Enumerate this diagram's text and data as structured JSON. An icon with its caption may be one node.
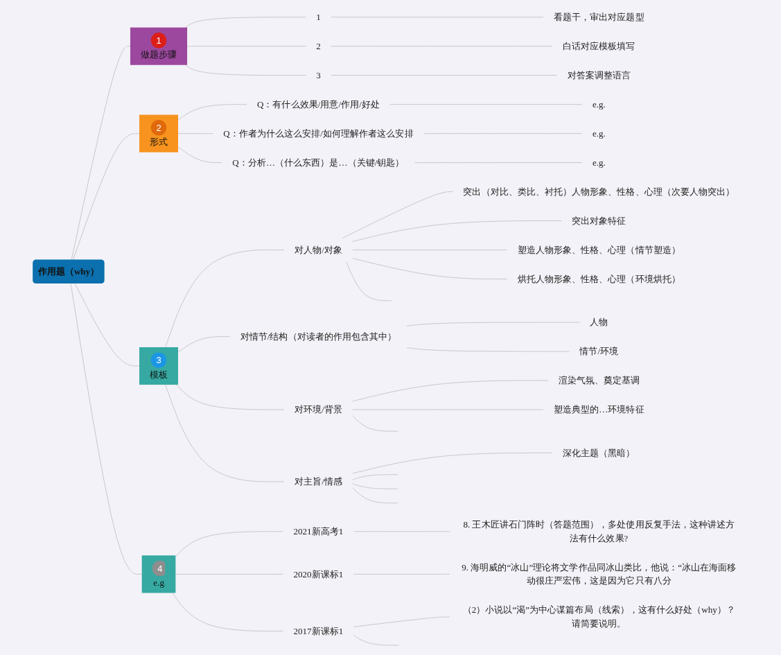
{
  "diagram": {
    "nodes": [
      {
        "text": [
          "作用题（why）"
        ]
      },
      {
        "text": [
          "1",
          "做题步骤"
        ]
      },
      {
        "text": [
          "1"
        ]
      },
      {
        "text": [
          "看题干，审出对应题型"
        ]
      },
      {
        "text": [
          "2"
        ]
      },
      {
        "text": [
          "白话对应模板填写"
        ]
      },
      {
        "text": [
          "3"
        ]
      },
      {
        "text": [
          "对答案调整语言"
        ]
      },
      {
        "text": [
          "2",
          "形式"
        ]
      },
      {
        "text": [
          "Q：有什么效果/用意/作用/好处"
        ]
      },
      {
        "text": [
          "e.g."
        ]
      },
      {
        "text": [
          "Q：作者为什么这么安排/如何理解作者这么安排"
        ]
      },
      {
        "text": [
          "e.g."
        ]
      },
      {
        "text": [
          "Q：分析…（什么东西）是…（关键/钥匙）"
        ]
      },
      {
        "text": [
          "e.g."
        ]
      },
      {
        "text": [
          "3",
          "模板"
        ]
      },
      {
        "text": [
          "对人物/对象"
        ]
      },
      {
        "text": [
          "突出（对比、类比、衬托）人物形象、性格、心理（次要人物突出）"
        ]
      },
      {
        "text": [
          "突出对象特征"
        ]
      },
      {
        "text": [
          "塑造人物形象、性格、心理（情节塑造）"
        ]
      },
      {
        "text": [
          "烘托人物形象、性格、心理（环境烘托）"
        ]
      },
      {
        "text": [
          "对情节/结构（对读者的作用包含其中）"
        ]
      },
      {
        "text": [
          "人物"
        ]
      },
      {
        "text": [
          "情节/环境"
        ]
      },
      {
        "text": [
          "对环境/背景"
        ]
      },
      {
        "text": [
          "渲染气氛、奠定基调"
        ]
      },
      {
        "text": [
          "塑造典型的…环境特征"
        ]
      },
      {
        "text": [
          "对主旨/情感"
        ]
      },
      {
        "text": [
          "深化主题（黑暗）"
        ]
      },
      {
        "text": [
          "4",
          "e.g."
        ]
      },
      {
        "text": [
          "2021新高考1"
        ]
      },
      {
        "text": [
          "8. 王木匠讲石门阵时（答题范围），多处使用反复手法，这种讲述方法有什么效果?"
        ]
      },
      {
        "text": [
          "2020新课标1"
        ]
      },
      {
        "text": [
          "9. 海明威的“冰山”理论将文学作品同冰山类比，他说：“冰山在海面移动很庄严宏伟，这是因为它只有八分"
        ]
      },
      {
        "text": [
          "2017新课标1"
        ]
      },
      {
        "text": [
          "（2）小说以“渴”为中心谋篇布局（线索），这有什么好处（why）？请简要说明。"
        ]
      }
    ],
    "edges": [
      {
        "from": 0,
        "to": 1,
        "arrow": "none"
      },
      {
        "from": 1,
        "to": 2,
        "arrow": "none"
      },
      {
        "from": 2,
        "to": 3,
        "arrow": "none"
      },
      {
        "from": 1,
        "to": 4,
        "arrow": "none"
      },
      {
        "from": 4,
        "to": 5,
        "arrow": "none"
      },
      {
        "from": 1,
        "to": 6,
        "arrow": "none"
      },
      {
        "from": 6,
        "to": 7,
        "arrow": "none"
      },
      {
        "from": 0,
        "to": 8,
        "arrow": "none"
      },
      {
        "from": 8,
        "to": 9,
        "arrow": "none"
      },
      {
        "from": 9,
        "to": 10,
        "arrow": "none"
      },
      {
        "from": 8,
        "to": 11,
        "arrow": "none"
      },
      {
        "from": 11,
        "to": 12,
        "arrow": "none"
      },
      {
        "from": 8,
        "to": 13,
        "arrow": "none"
      },
      {
        "from": 13,
        "to": 14,
        "arrow": "none"
      },
      {
        "from": 0,
        "to": 15,
        "arrow": "none"
      },
      {
        "from": 15,
        "to": 16,
        "arrow": "none"
      },
      {
        "from": 16,
        "to": 17,
        "arrow": "none"
      },
      {
        "from": 16,
        "to": 18,
        "arrow": "none"
      },
      {
        "from": 16,
        "to": 19,
        "arrow": "none"
      },
      {
        "from": 16,
        "to": 20,
        "arrow": "none"
      },
      {
        "from": 16,
        "to": null,
        "arrow": "none"
      },
      {
        "from": 15,
        "to": 21,
        "arrow": "none"
      },
      {
        "from": 21,
        "to": 22,
        "arrow": "none"
      },
      {
        "from": 21,
        "to": 23,
        "arrow": "none"
      },
      {
        "from": 15,
        "to": 24,
        "arrow": "none"
      },
      {
        "from": 24,
        "to": 25,
        "arrow": "none"
      },
      {
        "from": 24,
        "to": 26,
        "arrow": "none"
      },
      {
        "from": 24,
        "to": null,
        "arrow": "none"
      },
      {
        "from": 15,
        "to": 27,
        "arrow": "none"
      },
      {
        "from": 27,
        "to": 28,
        "arrow": "none"
      },
      {
        "from": 27,
        "to": null,
        "arrow": "none"
      },
      {
        "from": 27,
        "to": null,
        "arrow": "none"
      },
      {
        "from": 27,
        "to": null,
        "arrow": "none"
      },
      {
        "from": 0,
        "to": 29,
        "arrow": "none"
      },
      {
        "from": 29,
        "to": 30,
        "arrow": "none"
      },
      {
        "from": 30,
        "to": 31,
        "arrow": "none"
      },
      {
        "from": 29,
        "to": 32,
        "arrow": "none"
      },
      {
        "from": 32,
        "to": 33,
        "arrow": "none"
      },
      {
        "from": 29,
        "to": 34,
        "arrow": "none"
      },
      {
        "from": 34,
        "to": 35,
        "arrow": "none"
      },
      {
        "from": 34,
        "to": null,
        "arrow": "none"
      }
    ]
  }
}
